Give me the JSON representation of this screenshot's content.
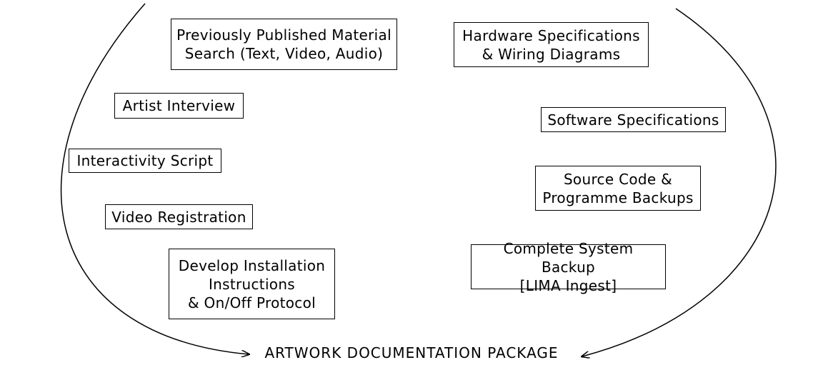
{
  "diagram": {
    "title": "ARTWORK DOCUMENTATION PACKAGE",
    "left_items": [
      "Previously Published Material\nSearch (Text, Video, Audio)",
      "Artist Interview",
      "Interactivity Script",
      "Video Registration",
      "Develop Installation\nInstructions\n& On/Off Protocol"
    ],
    "right_items": [
      "Hardware Specifications\n& Wiring Diagrams",
      "Software Specifications",
      "Source Code &\nProgramme Backups",
      "Complete System Backup\n[LIMA Ingest]"
    ]
  }
}
